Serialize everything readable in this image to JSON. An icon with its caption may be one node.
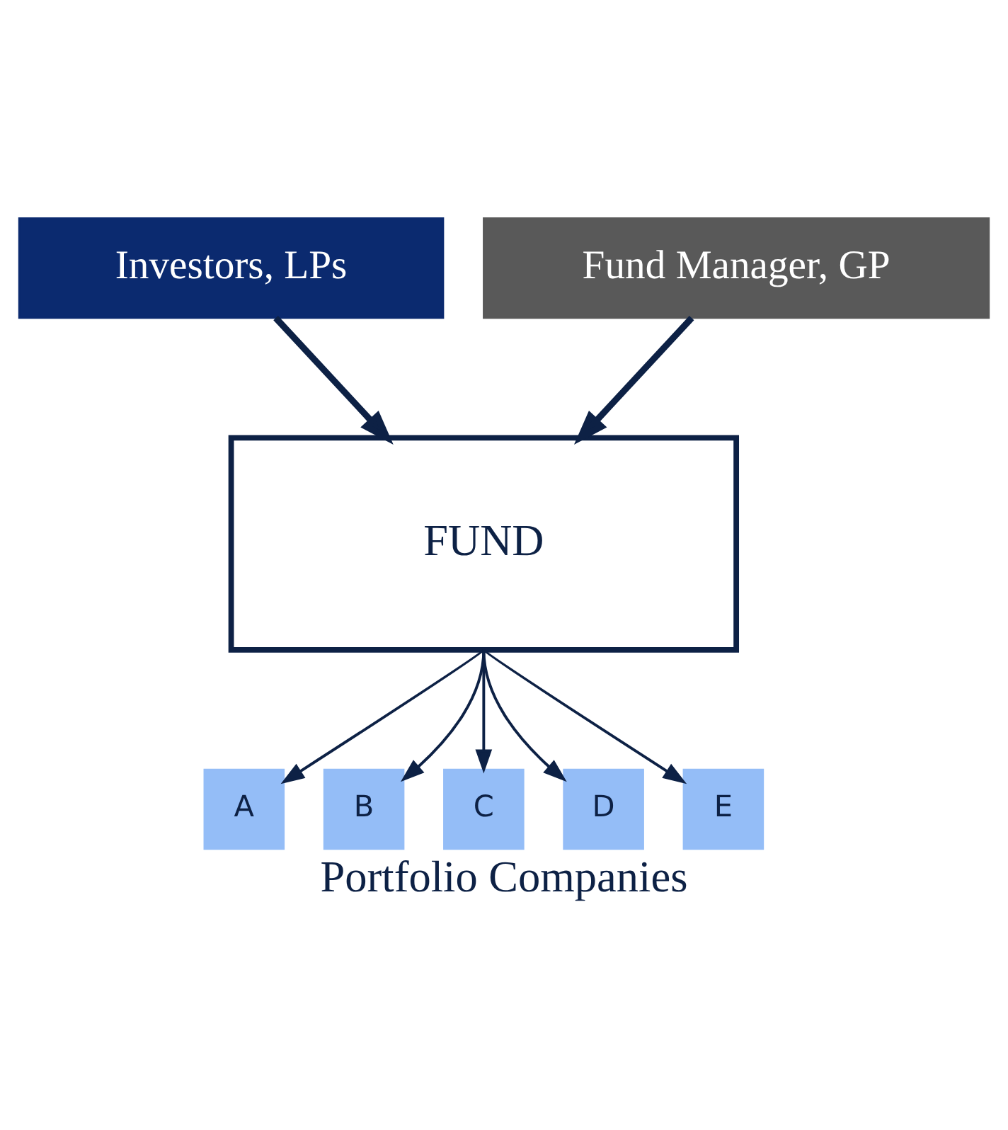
{
  "diagram": {
    "caption": "Portfolio Companies",
    "nodes": [
      {
        "text": [
          "Investors, LPs"
        ]
      },
      {
        "text": [
          "Fund Manager, GP"
        ]
      },
      {
        "text": [
          "FUND"
        ]
      },
      {
        "text": [
          "A"
        ]
      },
      {
        "text": [
          "B"
        ]
      },
      {
        "text": [
          "C"
        ]
      },
      {
        "text": [
          "D"
        ]
      },
      {
        "text": [
          "E"
        ]
      }
    ],
    "edges": [
      {
        "from": 0,
        "to": 2,
        "arrow": "to",
        "style": "thick"
      },
      {
        "from": 1,
        "to": 2,
        "arrow": "to",
        "style": "thick"
      },
      {
        "from": 2,
        "to": 3,
        "arrow": "to"
      },
      {
        "from": 2,
        "to": 4,
        "arrow": "to"
      },
      {
        "from": 2,
        "to": 5,
        "arrow": "to"
      },
      {
        "from": 2,
        "to": 6,
        "arrow": "to"
      },
      {
        "from": 2,
        "to": 7,
        "arrow": "to"
      }
    ]
  }
}
